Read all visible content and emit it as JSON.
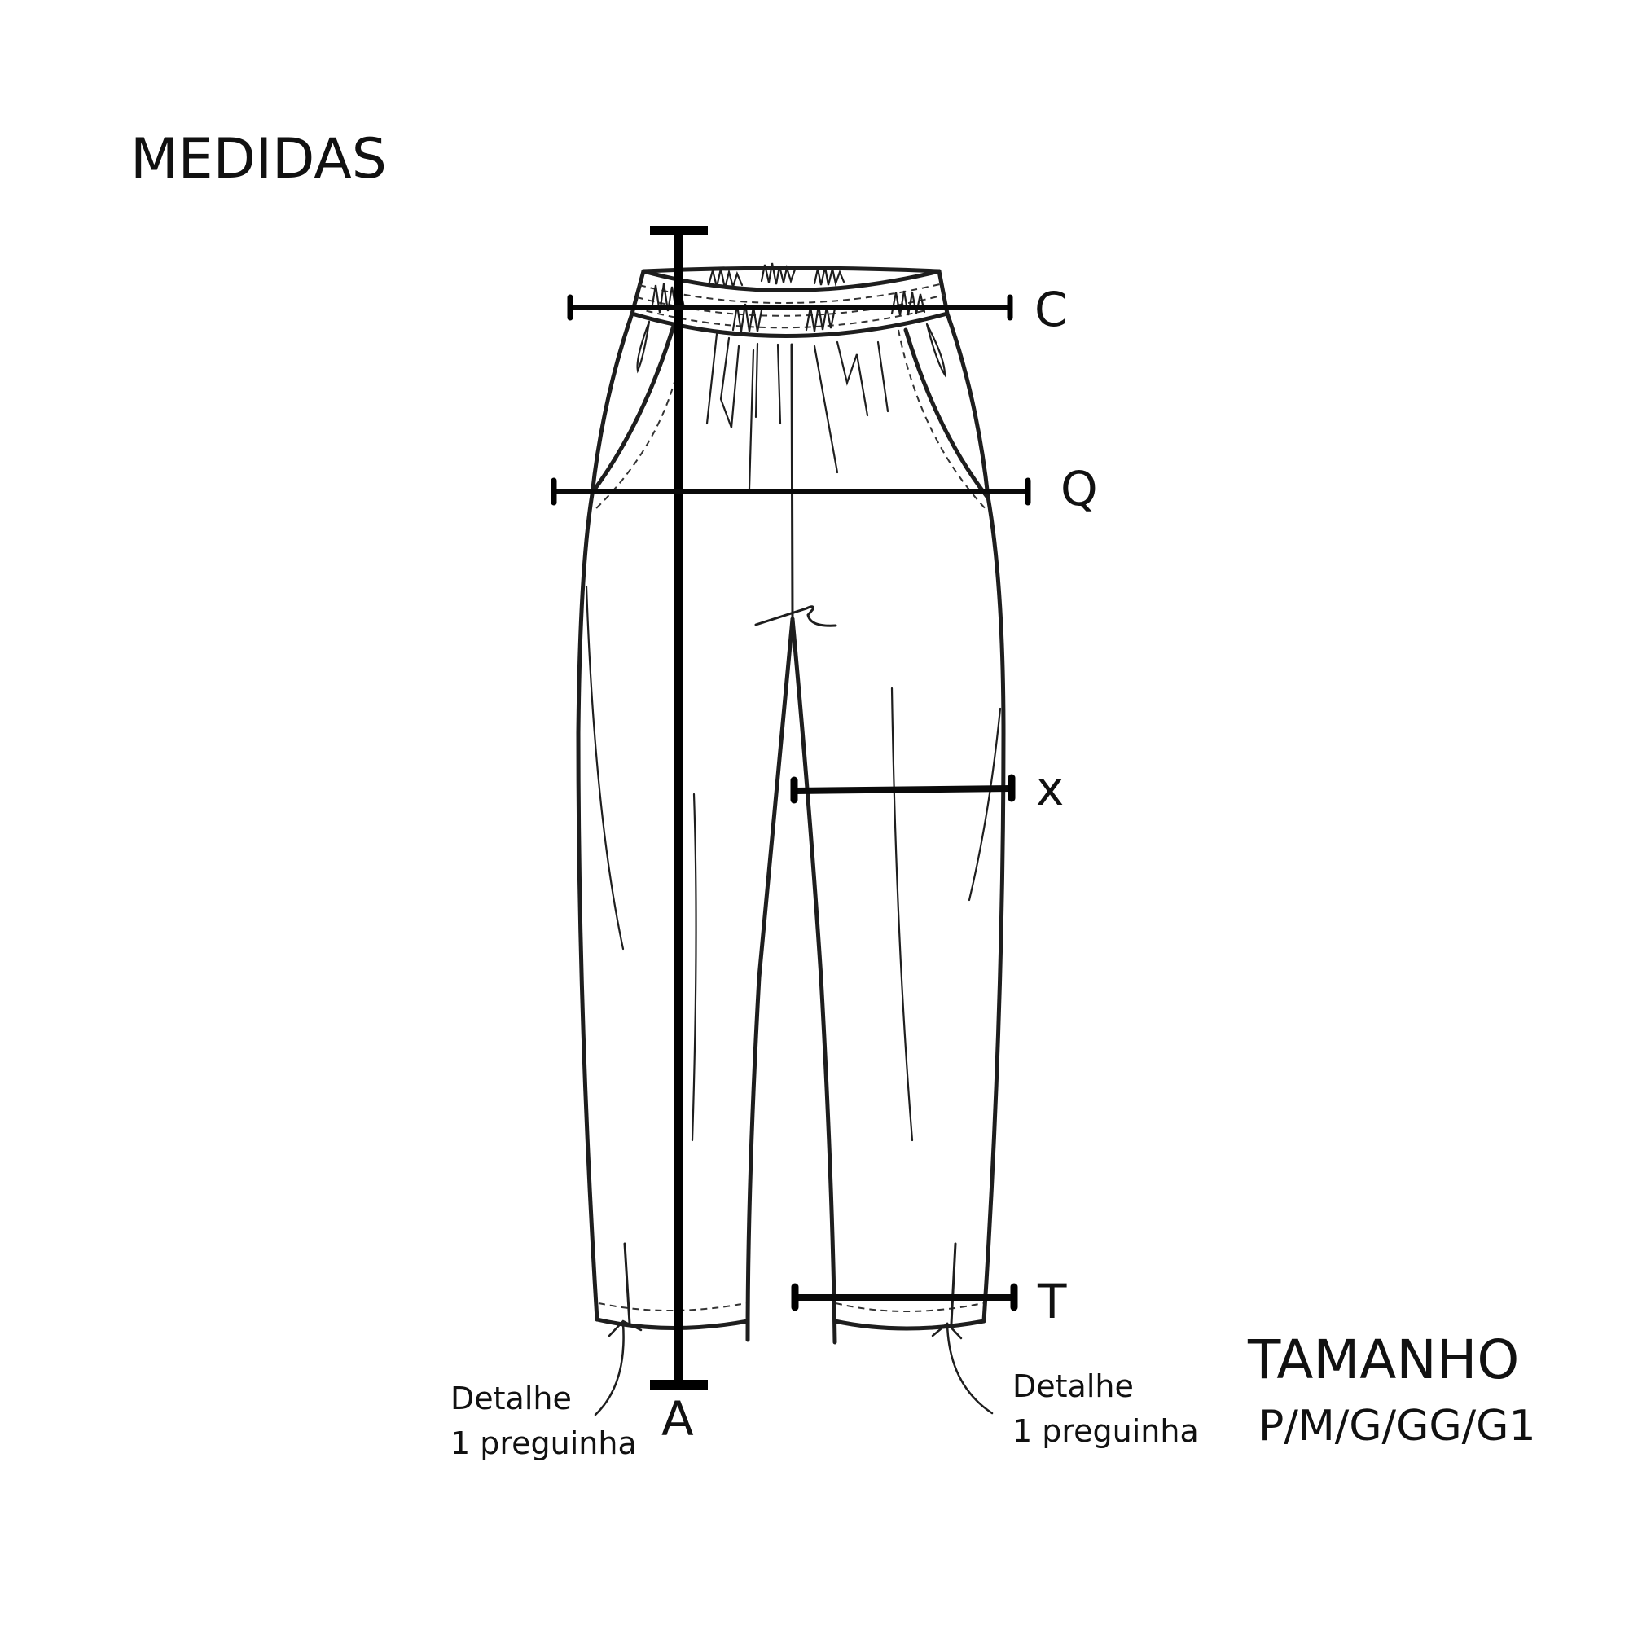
{
  "header": {
    "title": "MEDIDAS"
  },
  "measurements": [
    {
      "key": "C",
      "label": "C",
      "meaning": "waist"
    },
    {
      "key": "Q",
      "label": "Q",
      "meaning": "hip"
    },
    {
      "key": "X",
      "label": "x",
      "meaning": "thigh"
    },
    {
      "key": "T",
      "label": "T",
      "meaning": "hem"
    },
    {
      "key": "A",
      "label": "A",
      "meaning": "length"
    }
  ],
  "labels": {
    "C": "C",
    "Q": "Q",
    "X": "x",
    "T": "T",
    "A": "A"
  },
  "notes": {
    "left": {
      "line1": "Detalhe",
      "line2": "1 preguinha"
    },
    "right": {
      "line1": "Detalhe",
      "line2": "1 preguinha"
    }
  },
  "size_info": {
    "heading": "TAMANHO",
    "sizes": "P/M/G/GG/G1"
  },
  "colors": {
    "background": "#ffffff",
    "ink": "#111111"
  }
}
